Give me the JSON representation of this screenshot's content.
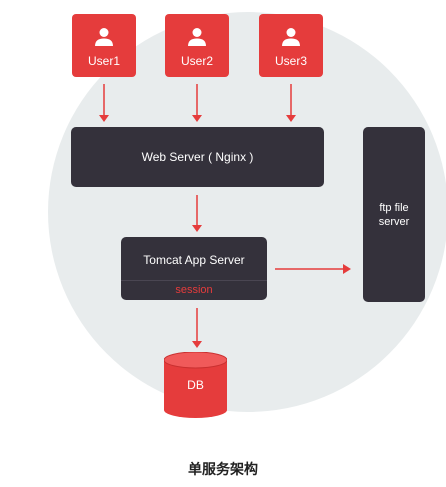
{
  "users": [
    {
      "label": "User1"
    },
    {
      "label": "User2"
    },
    {
      "label": "User3"
    }
  ],
  "web_server": {
    "label": "Web Server ( Nginx )"
  },
  "app_server": {
    "label": "Tomcat App Server",
    "session_label": "session"
  },
  "ftp_server": {
    "label": "ftp file server"
  },
  "database": {
    "label": "DB"
  },
  "caption": "单服务架构",
  "colors": {
    "accent_red": "#e53c3c",
    "dark_box": "#34313b",
    "background_circle": "#e8eced"
  },
  "icons": {
    "user": "user-icon",
    "database": "database-cylinder-icon"
  }
}
